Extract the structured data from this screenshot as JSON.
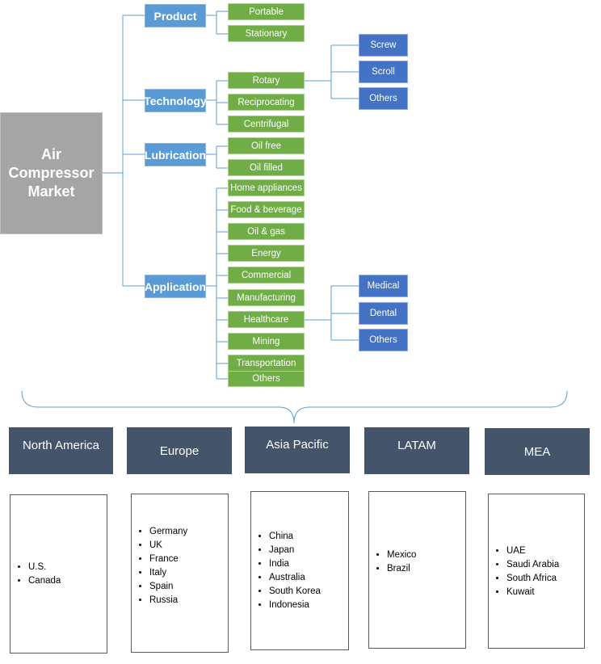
{
  "root": {
    "label": "Air\nCompressor\nMarket"
  },
  "categories": {
    "product": {
      "label": "Product",
      "items": [
        "Portable",
        "Stationary"
      ]
    },
    "technology": {
      "label": "Technology",
      "items": [
        "Rotary",
        "Reciprocating",
        "Centrifugal"
      ],
      "rotary_types": [
        "Screw",
        "Scroll",
        "Others"
      ]
    },
    "lubrication": {
      "label": "Lubrication",
      "items": [
        "Oil free",
        "Oil filled"
      ]
    },
    "application": {
      "label": "Application",
      "items": [
        "Home appliances",
        "Food & beverage",
        "Oil & gas",
        "Energy",
        "Commercial",
        "Manufacturing",
        "Healthcare",
        "Mining",
        "Transportation",
        "Others"
      ],
      "healthcare_types": [
        "Medical",
        "Dental",
        "Others"
      ]
    }
  },
  "regions": [
    {
      "name": "North America",
      "countries": [
        "U.S.",
        "Canada"
      ]
    },
    {
      "name": "Europe",
      "countries": [
        "Germany",
        "UK",
        "France",
        "Italy",
        "Spain",
        "Russia"
      ]
    },
    {
      "name": "Asia Pacific",
      "countries": [
        "China",
        "Japan",
        "India",
        "Australia",
        "South Korea",
        "Indonesia"
      ]
    },
    {
      "name": "LATAM",
      "countries": [
        "Mexico",
        "Brazil"
      ]
    },
    {
      "name": "MEA",
      "countries": [
        "UAE",
        "Saudi Arabia",
        "South Africa",
        "Kuwait"
      ]
    }
  ],
  "colors": {
    "root": "#a5a5a5",
    "category": "#5b9bd5",
    "leaf": "#70ad47",
    "subtype": "#4472c4",
    "region": "#44546a",
    "connector": "#5b9bd5"
  }
}
